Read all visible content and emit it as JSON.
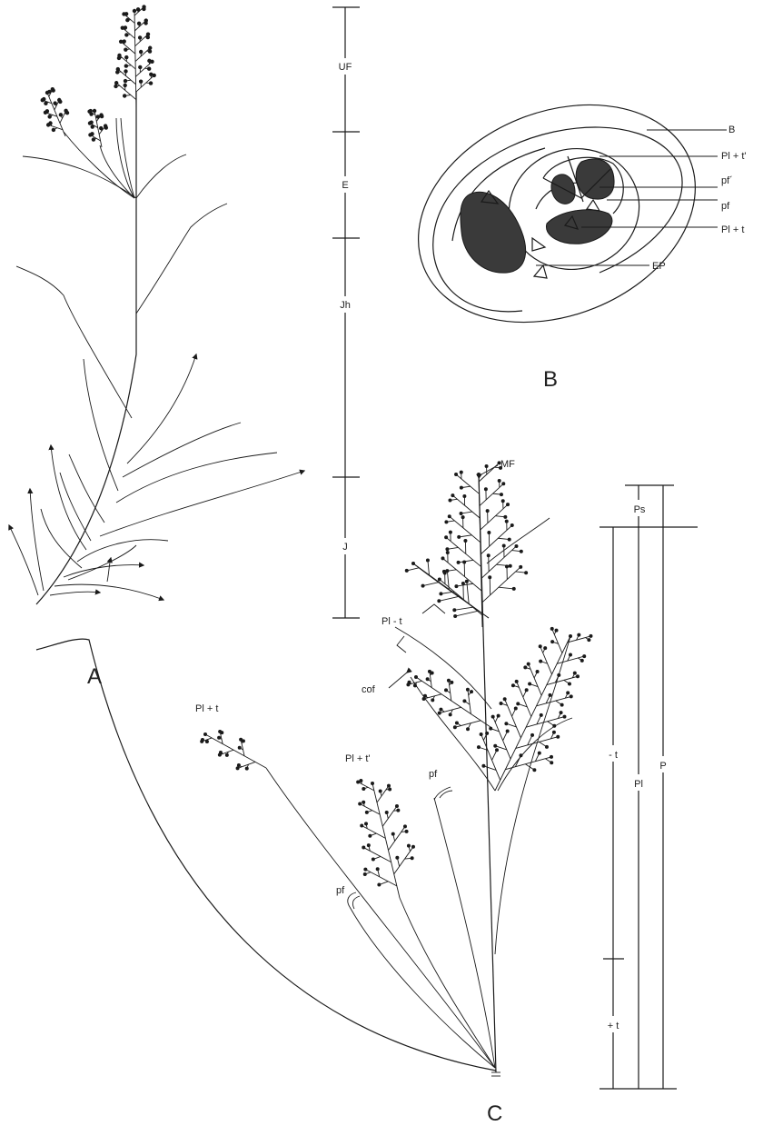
{
  "panels": {
    "a": {
      "letter": "A",
      "zones": [
        "UF",
        "E",
        "Jh",
        "J"
      ]
    },
    "b": {
      "letter": "B",
      "parts": [
        "B",
        "Pl + t'",
        "pf´",
        "pf",
        "Pl + t",
        "EP"
      ]
    },
    "c": {
      "letter": "C",
      "labels": {
        "mf": "MF",
        "pl_minus_t": "Pl - t",
        "cof": "cof",
        "pl_plus_t": "Pl + t",
        "pl_plus_t_prime": "Pl + t'",
        "pf_upper": "pf",
        "pf_lower": "pf"
      },
      "scale": {
        "ps": "Ps",
        "minus_t": "- t",
        "plus_t": "+ t",
        "pl": "Pl",
        "p": "P"
      }
    }
  },
  "colors": {
    "ink": "#1a1a1a",
    "fill": "#3a3a3a"
  }
}
